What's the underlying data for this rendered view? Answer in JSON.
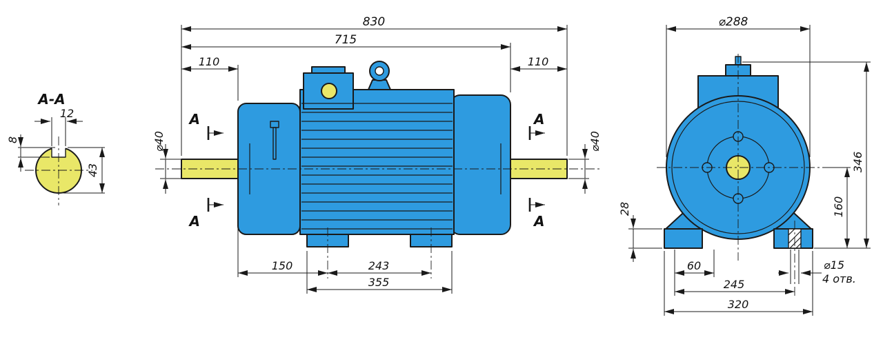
{
  "colors": {
    "body": "#2e9be0",
    "shaft": "#e9e768",
    "line": "#1a1a1a"
  },
  "section_view": {
    "label": "A-A",
    "key_width": "12",
    "key_depth": "8",
    "height": "43"
  },
  "side_view": {
    "overall_length": "830",
    "length_to_face": "715",
    "shaft_ext_left": "110",
    "shaft_ext_right": "110",
    "shaft_dia_left": "⌀40",
    "shaft_dia_right": "⌀40",
    "face_to_foot": "150",
    "foot_spacing": "243",
    "foot_overall": "355",
    "section_mark": "A"
  },
  "front_view": {
    "frame_dia": "⌀288",
    "overall_height": "346",
    "axis_height": "160",
    "foot_height": "28",
    "hole_offset": "60",
    "hole_spacing": "245",
    "base_width": "320",
    "hole_dia": "⌀15",
    "holes_note": "4 отв."
  }
}
